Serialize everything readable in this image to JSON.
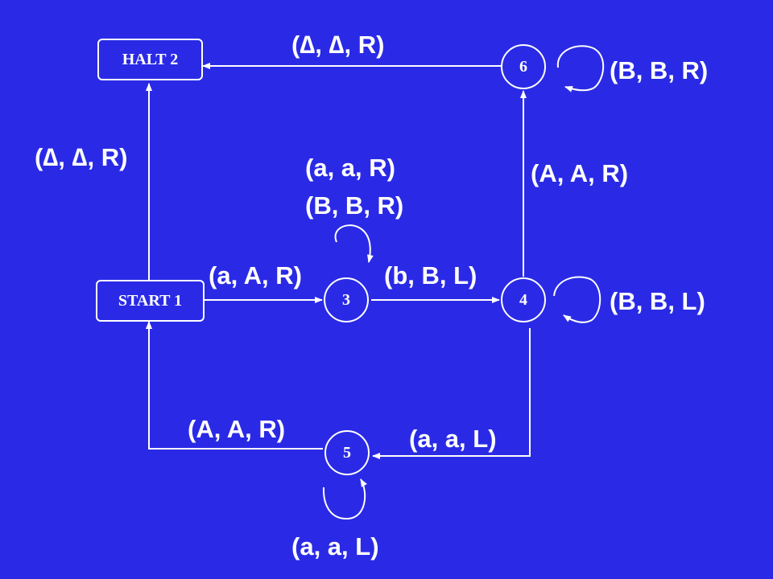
{
  "colors": {
    "background": "#2a2ae6",
    "foreground": "#ffffff"
  },
  "states": {
    "halt2": "HALT 2",
    "start1": "START 1",
    "s3": "3",
    "s4": "4",
    "s5": "5",
    "s6": "6"
  },
  "transitions": {
    "s6_to_halt2": "(∆, ∆, R)",
    "start1_to_halt2": "(∆, ∆, R)",
    "s6_loop": "(B, B, R)",
    "s3_loop_1": "(a, a, R)",
    "s3_loop_2": "(B, B, R)",
    "s4_to_s6": "(A, A, R)",
    "start1_to_s3": "(a, A, R)",
    "s3_to_s4": "(b, B, L)",
    "s4_loop": "(B, B, L)",
    "s5_to_start1": "(A, A, R)",
    "s4_to_s5": "(a, a, L)",
    "s5_loop": "(a, a, L)"
  }
}
